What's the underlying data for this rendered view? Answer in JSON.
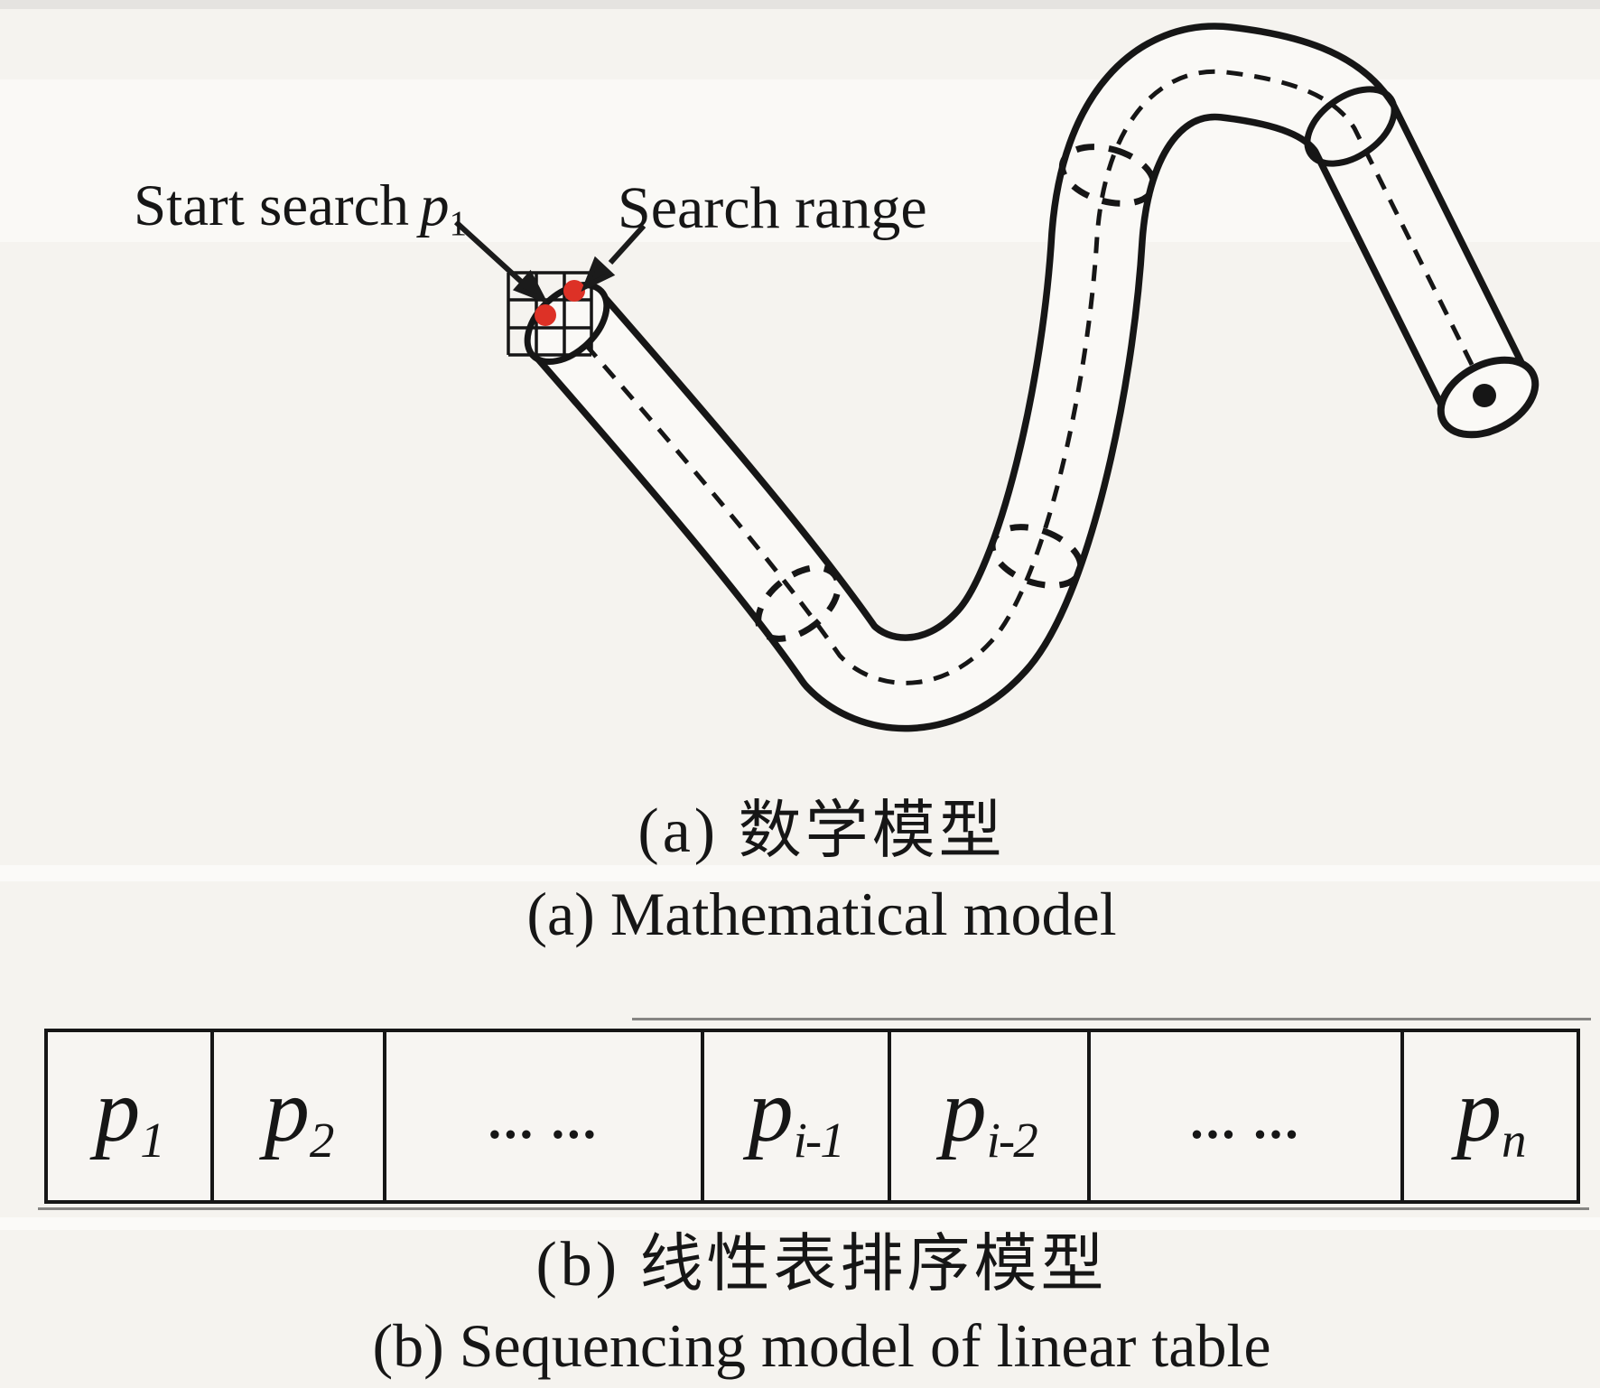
{
  "colors": {
    "red": "#dd3126",
    "ink": "#161616",
    "paper": "#f5f3ef"
  },
  "figure_a": {
    "start_search_label": {
      "text": "Start search",
      "var": "p",
      "sub": "1"
    },
    "search_range_label": "Search range",
    "caption_zh": "(a) 数学模型",
    "caption_en": "(a) Mathematical model"
  },
  "figure_b": {
    "cells": [
      {
        "base": "p",
        "sub": "1",
        "dots": ""
      },
      {
        "base": "p",
        "sub": "2",
        "dots": ""
      },
      {
        "base": "",
        "sub": "",
        "dots": "... ..."
      },
      {
        "base": "p",
        "sub": "i-1",
        "dots": ""
      },
      {
        "base": "p",
        "sub": "i-2",
        "dots": ""
      },
      {
        "base": "",
        "sub": "",
        "dots": "... ..."
      },
      {
        "base": "p",
        "sub": "n",
        "dots": ""
      }
    ],
    "caption_zh": "(b) 线性表排序模型",
    "caption_en": "(b) Sequencing model of linear table"
  }
}
